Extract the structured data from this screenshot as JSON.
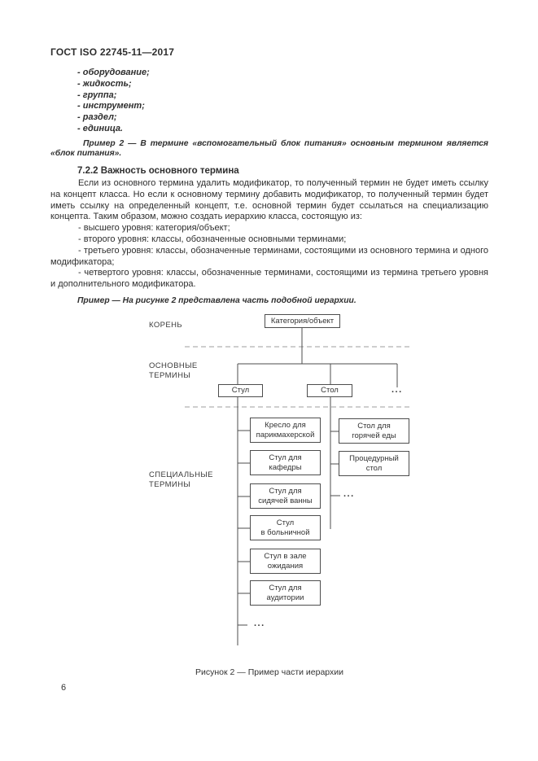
{
  "page": {
    "header": "ГОСТ ISO 22745-11—2017",
    "page_number": "6"
  },
  "terms": [
    "- оборудование;",
    "- жидкость;",
    "- группа;",
    "- инструмент;",
    "- раздел;",
    "- единица."
  ],
  "example2": "Пример 2 — В термине «вспомогательный блок питания» основным термином является «блок питания».",
  "section": {
    "heading": "7.2.2 Важность основного термина",
    "paragraph": "Если из основного термина удалить модификатор, то полученный термин не будет иметь ссылку на концепт класса. Но если к основному термину добавить модификатор, то полученный термин будет иметь ссылку на определенный концепт, т.е. основной термин будет ссылаться на специализацию концепта. Таким образом, можно создать иерархию класса, состоящую из:",
    "levels": [
      "- высшего уровня: категория/объект;",
      "- второго уровня: классы, обозначенные основными терминами;",
      "- третьего уровня: классы, обозначенные терминами, состоящими из основного термина и одного модификатора;",
      "- четвертого уровня: классы, обозначенные терминами, состоящими из термина третьего уровня и дополнительного модификатора."
    ],
    "figure_example": "Пример — На рисунке 2 представлена часть подобной иерархии."
  },
  "diagram": {
    "root_label": "КОРЕНЬ",
    "basic_label": "ОСНОВНЫЕ\nТЕРМИНЫ",
    "special_label": "СПЕЦИАЛЬНЫЕ\nТЕРМИНЫ",
    "root_node": "Категория/объект",
    "node_chair": "Стул",
    "node_table": "Стол",
    "ellipsis": "...",
    "chair_children": [
      "Кресло для\nпарикмахерской",
      "Стул для\nкафедры",
      "Стул для\nсидячей ванны",
      "Стул\nв больничной",
      "Стул в зале\nожидания",
      "Стул для\nаудитории"
    ],
    "table_children": [
      "Стол для\nгорячей еды",
      "Процедурный\nстол"
    ],
    "caption": "Рисунок 2 — Пример части иерархии"
  },
  "colors": {
    "line": "#4d4d4d",
    "dashed_line": "#9e9e9e",
    "text": "#2e2e2e"
  }
}
